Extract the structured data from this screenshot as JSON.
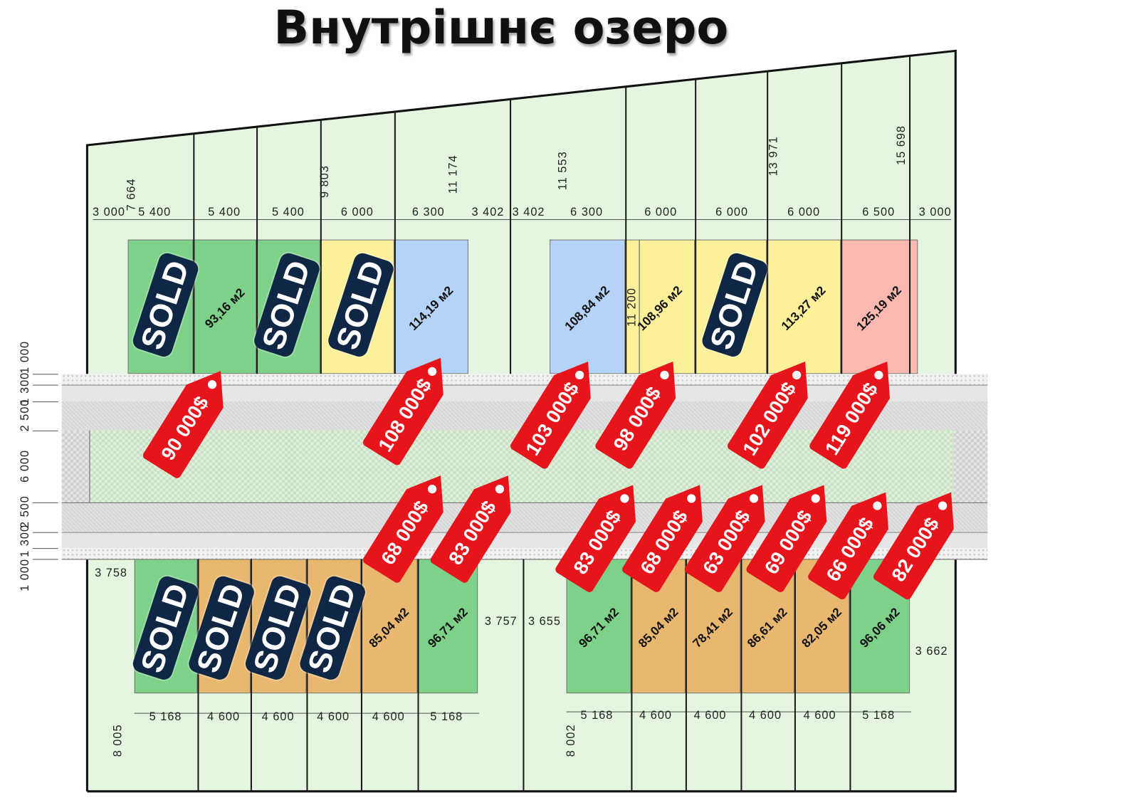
{
  "title": "Внутрішнє озеро",
  "sold_label": "SOLD",
  "colors": {
    "plot_background": "#e4f6e0",
    "lot_green": "#7dd189",
    "lot_yellow": "#fdf09a",
    "lot_blue": "#b5d3f7",
    "lot_pink": "#f9b8b0",
    "lot_orange": "#e8b770",
    "price_tag": "#e8141b",
    "sold_badge": "#0f2744"
  },
  "top_widths": [
    "3 000",
    "5 400",
    "5 400",
    "5 400",
    "6 000",
    "6 300",
    "3 402",
    "3 402",
    "6 300",
    "6 000",
    "6 000",
    "6 000",
    "6 500",
    "3 000"
  ],
  "top_depths": [
    "7 664",
    "9 803",
    "11 174",
    "11 553",
    "11 200",
    "13 971",
    "15 698"
  ],
  "road_dims": [
    "1 000",
    "1 300",
    "2 500",
    "6 000",
    "2 500",
    "1 300",
    "1 000"
  ],
  "top_lots": [
    {
      "area": "",
      "color": "lot_green",
      "status": "SOLD",
      "price": ""
    },
    {
      "area": "93,16 м2",
      "color": "lot_green",
      "status": "",
      "price": "90 000$"
    },
    {
      "area": "",
      "color": "lot_green",
      "status": "SOLD",
      "price": ""
    },
    {
      "area": "",
      "color": "lot_yellow",
      "status": "SOLD",
      "price": ""
    },
    {
      "area": "114,19 м2",
      "color": "lot_blue",
      "status": "",
      "price": "108 000$"
    },
    {
      "area": "108,84 м2",
      "color": "lot_blue",
      "status": "",
      "price": "103 000$"
    },
    {
      "area": "108,96 м2",
      "color": "lot_yellow",
      "status": "",
      "price": "98 000$"
    },
    {
      "area": "",
      "color": "lot_yellow",
      "status": "SOLD",
      "price": ""
    },
    {
      "area": "113,27 м2",
      "color": "lot_yellow",
      "status": "",
      "price": "102 000$"
    },
    {
      "area": "125,19 м2",
      "color": "lot_pink",
      "status": "",
      "price": "119 000$"
    }
  ],
  "bottom_lots": [
    {
      "area": "",
      "color": "lot_green",
      "status": "SOLD",
      "price": ""
    },
    {
      "area": "",
      "color": "lot_orange",
      "status": "SOLD",
      "price": ""
    },
    {
      "area": "",
      "color": "lot_orange",
      "status": "SOLD",
      "price": ""
    },
    {
      "area": "",
      "color": "lot_orange",
      "status": "SOLD",
      "price": ""
    },
    {
      "area": "85,04 м2",
      "color": "lot_orange",
      "status": "",
      "price": "68 000$"
    },
    {
      "area": "96,71 м2",
      "color": "lot_green",
      "status": "",
      "price": "83 000$"
    },
    {
      "area": "96,71 м2",
      "color": "lot_green",
      "status": "",
      "price": "83 000$"
    },
    {
      "area": "85,04 м2",
      "color": "lot_orange",
      "status": "",
      "price": "68 000$"
    },
    {
      "area": "78,41 м2",
      "color": "lot_orange",
      "status": "",
      "price": "63 000$"
    },
    {
      "area": "86,61 м2",
      "color": "lot_orange",
      "status": "",
      "price": "69 000$"
    },
    {
      "area": "82,05 м2",
      "color": "lot_orange",
      "status": "",
      "price": "66 000$"
    },
    {
      "area": "96,06 м2",
      "color": "lot_green",
      "status": "",
      "price": "82 000$"
    }
  ],
  "bottom_widths": [
    "5 168",
    "4 600",
    "4 600",
    "4 600",
    "4 600",
    "5 168",
    "5 168",
    "4 600",
    "4 600",
    "4 600",
    "4 600",
    "5 168"
  ],
  "bottom_side_dims": [
    "3 758",
    "3 757",
    "3 655",
    "3 662"
  ],
  "bottom_depths": [
    "8 005",
    "8 002"
  ]
}
